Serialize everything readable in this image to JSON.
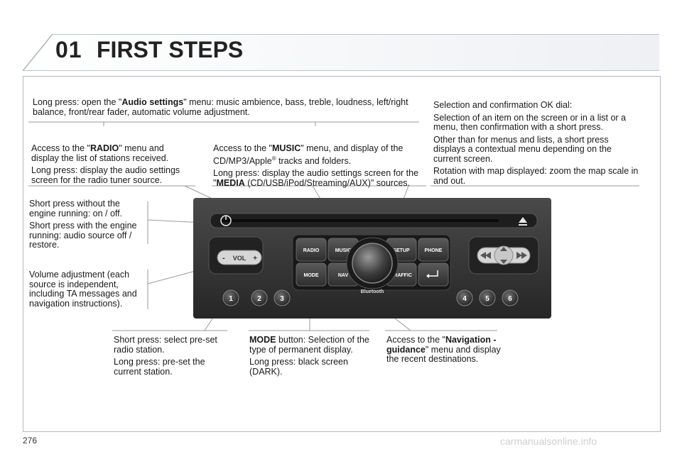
{
  "chapter": {
    "number": "01",
    "title": "FIRST STEPS"
  },
  "page_number": "276",
  "watermark": "carmanualsonline.info",
  "callouts": {
    "audio_settings": {
      "pre": "Long press: open the \"",
      "bold": "Audio settings",
      "post": "\" menu: music ambience, bass, treble, loudness, left/right balance, front/rear fader, automatic volume adjustment."
    },
    "radio": {
      "pre": "Access to the \"",
      "bold": "RADIO",
      "post": "\" menu and display the list of stations received.",
      "p2": "Long press: display the audio settings screen for the radio tuner source."
    },
    "music": {
      "pre": "Access to the \"",
      "bold": "MUSIC",
      "post": "\" menu, and display of the CD/MP3/Apple",
      "sup": "®",
      "post2": " tracks and folders.",
      "p2_pre": "Long press: display the audio settings screen for the \"",
      "p2_bold": "MEDIA",
      "p2_post": " (CD/USB/iPod/Streaming/AUX)\" sources."
    },
    "ok_dial": {
      "p1": "Selection and confirmation OK dial:",
      "p2": "Selection of an item on the screen or in a list or a menu, then confirmation with a short press.",
      "p3": "Other than for menus and lists, a short press displays a contextual menu depending on the current screen.",
      "p4": "Rotation with map displayed: zoom the map scale in and out."
    },
    "power": {
      "p1": "Short press without the engine running: on / off.",
      "p2": "Short press with the engine running: audio source off / restore."
    },
    "volume": {
      "p1": "Volume adjustment (each source is independent, including TA messages and navigation instructions)."
    },
    "presets": {
      "p1": "Short press: select pre-set radio station.",
      "p2": "Long press: pre-set the current station."
    },
    "mode": {
      "bold": "MODE",
      "post": " button: Selection of the type of permanent display.",
      "p2": "Long press: black screen (DARK)."
    },
    "nav": {
      "pre": "Access to the \"",
      "bold": "Navigation - guidance",
      "post": "\" menu and display the recent destinations."
    }
  },
  "device": {
    "buttons": {
      "radio": "RADIO",
      "music": "MUSIC",
      "setup": "SETUP",
      "phone": "PHONE",
      "mode": "MODE",
      "nav": "NAV",
      "traffic": "TRAFFIC"
    },
    "vol": "VOL",
    "vol_minus": "-",
    "vol_plus": "+",
    "bluetooth": "Bluetooth",
    "presets": [
      "1",
      "2",
      "3",
      "4",
      "5",
      "6"
    ]
  }
}
